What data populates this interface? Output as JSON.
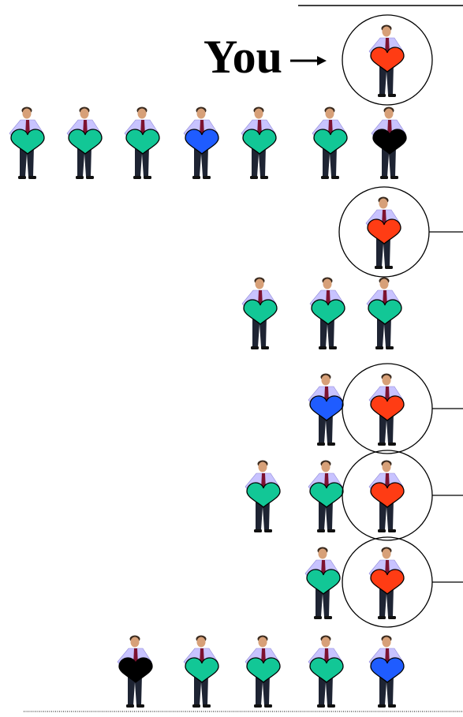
{
  "label": {
    "text": "You"
  },
  "colors": {
    "green": "#12c796",
    "blue": "#1f5cff",
    "red": "#ff3c14",
    "black": "#000000",
    "shirt": "#c8c3ff",
    "tie": "#7d1230",
    "trousers": "#1e2433",
    "skin": "#d7a078",
    "hair": "#3a2a1e"
  },
  "rows": [
    {
      "id": "you",
      "people": [
        "red"
      ],
      "circled": [
        0
      ]
    },
    {
      "id": "row-1",
      "people": [
        "green",
        "green",
        "green",
        "blue",
        "green",
        "green",
        "black"
      ],
      "circled": []
    },
    {
      "id": "row-2",
      "people": [
        "red"
      ],
      "circled": [
        0
      ]
    },
    {
      "id": "row-3",
      "people": [
        "green",
        "green",
        "green"
      ],
      "circled": []
    },
    {
      "id": "row-4",
      "people": [
        "blue",
        "red"
      ],
      "circled": [
        1
      ]
    },
    {
      "id": "row-5",
      "people": [
        "green",
        "green",
        "red"
      ],
      "circled": [
        2
      ]
    },
    {
      "id": "row-6",
      "people": [
        "green",
        "red"
      ],
      "circled": [
        1
      ]
    },
    {
      "id": "row-7",
      "people": [
        "black",
        "green",
        "green",
        "green",
        "blue"
      ],
      "circled": []
    }
  ]
}
